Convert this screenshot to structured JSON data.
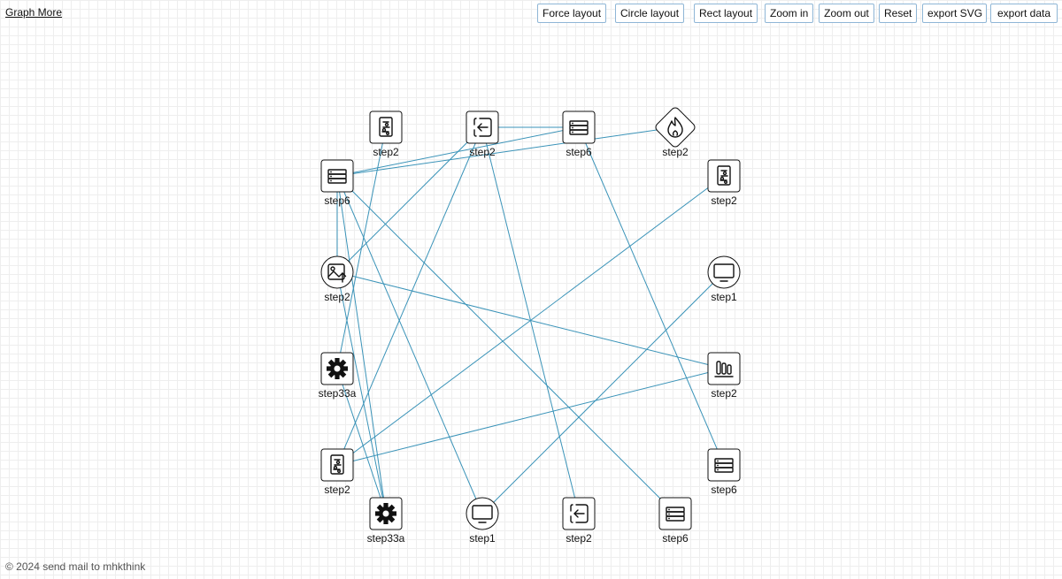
{
  "header": {
    "title": "Graph More"
  },
  "toolbar": {
    "buttons": [
      {
        "id": "force",
        "label": "Force layout"
      },
      {
        "id": "circle",
        "label": "Circle layout"
      },
      {
        "id": "rect",
        "label": "Rect layout"
      },
      {
        "id": "zoom-in",
        "label": "Zoom in"
      },
      {
        "id": "zoom-out",
        "label": "Zoom out"
      },
      {
        "id": "reset",
        "label": "Reset"
      },
      {
        "id": "export-svg",
        "label": "export SVG"
      },
      {
        "id": "export-data",
        "label": "export data"
      }
    ]
  },
  "graph": {
    "edge_color": "#3a93b8",
    "nodes": [
      {
        "id": "n1",
        "label": "step2",
        "icon": "sliders-doc-icon",
        "shape": "square"
      },
      {
        "id": "n2",
        "label": "step2",
        "icon": "login-arrow-icon",
        "shape": "square"
      },
      {
        "id": "n3",
        "label": "step6",
        "icon": "server-icon",
        "shape": "square"
      },
      {
        "id": "n4",
        "label": "step2",
        "icon": "flame-icon",
        "shape": "diamond"
      },
      {
        "id": "n5",
        "label": "step6",
        "icon": "server-icon",
        "shape": "square"
      },
      {
        "id": "n6",
        "label": "step2",
        "icon": "sliders-doc-icon",
        "shape": "square"
      },
      {
        "id": "n7",
        "label": "step2",
        "icon": "image-upload-icon",
        "shape": "circle"
      },
      {
        "id": "n8",
        "label": "step1",
        "icon": "monitor-icon",
        "shape": "circle"
      },
      {
        "id": "n9",
        "label": "step33a",
        "icon": "gear-icon",
        "shape": "square"
      },
      {
        "id": "n10",
        "label": "step2",
        "icon": "bar-chart-icon",
        "shape": "square"
      },
      {
        "id": "n11",
        "label": "step2",
        "icon": "sliders-doc-icon",
        "shape": "square"
      },
      {
        "id": "n12",
        "label": "step6",
        "icon": "server-icon",
        "shape": "square"
      },
      {
        "id": "n13",
        "label": "step33a",
        "icon": "gear-icon",
        "shape": "square"
      },
      {
        "id": "n14",
        "label": "step1",
        "icon": "monitor-icon",
        "shape": "circle"
      },
      {
        "id": "n15",
        "label": "step2",
        "icon": "login-arrow-icon",
        "shape": "square"
      },
      {
        "id": "n16",
        "label": "step6",
        "icon": "server-icon",
        "shape": "square"
      }
    ],
    "edges": [
      [
        "n5",
        "n3"
      ],
      [
        "n5",
        "n4"
      ],
      [
        "n5",
        "n7"
      ],
      [
        "n5",
        "n13"
      ],
      [
        "n5",
        "n14"
      ],
      [
        "n5",
        "n16"
      ],
      [
        "n2",
        "n3"
      ],
      [
        "n2",
        "n7"
      ],
      [
        "n2",
        "n11"
      ],
      [
        "n2",
        "n15"
      ],
      [
        "n3",
        "n12"
      ],
      [
        "n1",
        "n9"
      ],
      [
        "n6",
        "n11"
      ],
      [
        "n7",
        "n10"
      ],
      [
        "n7",
        "n13"
      ],
      [
        "n8",
        "n14"
      ],
      [
        "n11",
        "n10"
      ],
      [
        "n9",
        "n13"
      ]
    ]
  },
  "footer": {
    "text": "© 2024 send mail to mhkthink"
  }
}
